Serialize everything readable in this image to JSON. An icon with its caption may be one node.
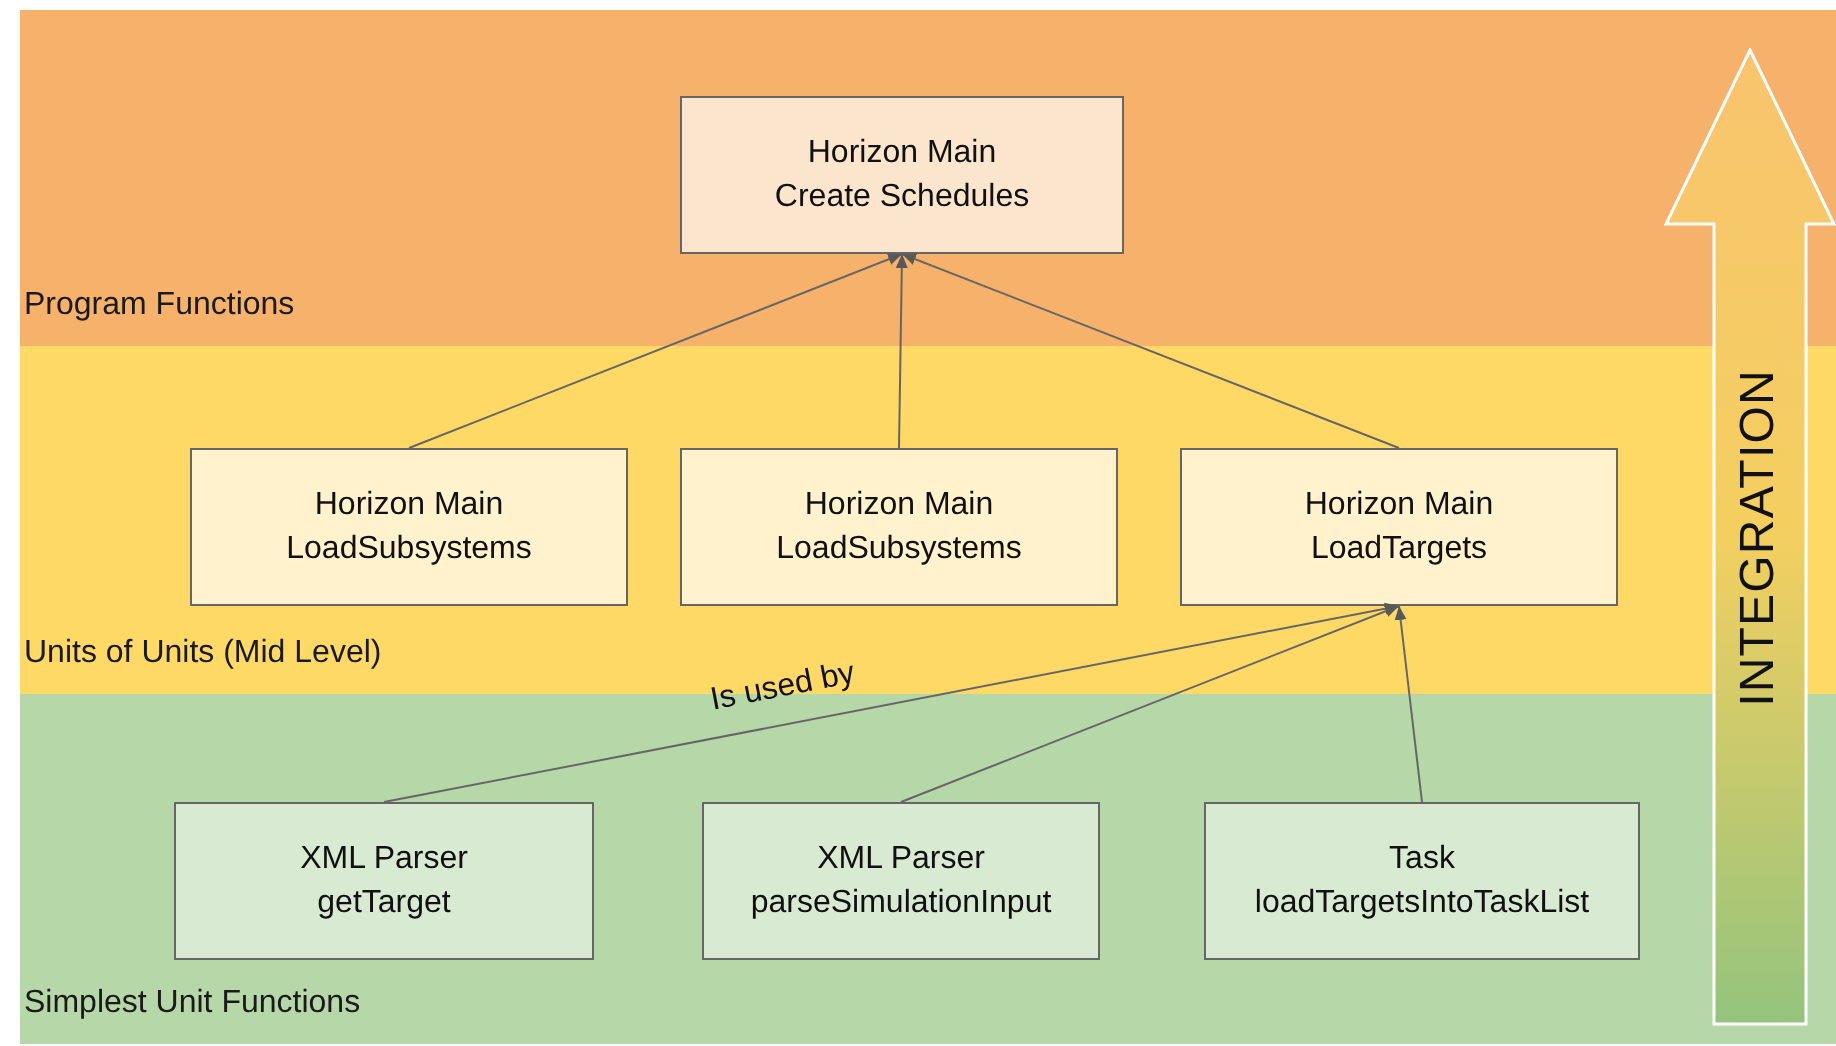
{
  "diagram": {
    "nodes": [
      {
        "text": [
          "Program Functions"
        ]
      },
      {
        "text": [
          "Units of Units (Mid Level)"
        ]
      },
      {
        "text": [
          "Simplest Unit Functions"
        ]
      },
      {
        "text": [
          "Horizon Main",
          "Create Schedules"
        ],
        "in": 0
      },
      {
        "text": [
          "Horizon Main",
          "LoadSubsystems"
        ],
        "in": 1
      },
      {
        "text": [
          "Horizon Main",
          "LoadSubsystems"
        ],
        "in": 1
      },
      {
        "text": [
          "Horizon Main",
          "LoadTargets"
        ],
        "in": 1
      },
      {
        "text": [
          "XML Parser",
          "getTarget"
        ],
        "in": 2
      },
      {
        "text": [
          "XML Parser",
          "parseSimulationInput"
        ],
        "in": 2
      },
      {
        "text": [
          "Task",
          "loadTargetsIntoTaskList"
        ],
        "in": 2
      },
      {
        "text": [
          "INTEGRATION"
        ]
      }
    ],
    "edges": [
      {
        "from": 4,
        "to": 3,
        "arrow": "to"
      },
      {
        "from": 5,
        "to": 3,
        "arrow": "to"
      },
      {
        "from": 6,
        "to": 3,
        "arrow": "to"
      },
      {
        "from": 7,
        "to": 6,
        "arrow": "to",
        "label": "Is used by"
      },
      {
        "from": 8,
        "to": 6,
        "arrow": "to"
      },
      {
        "from": 9,
        "to": 6,
        "arrow": "to"
      }
    ]
  }
}
